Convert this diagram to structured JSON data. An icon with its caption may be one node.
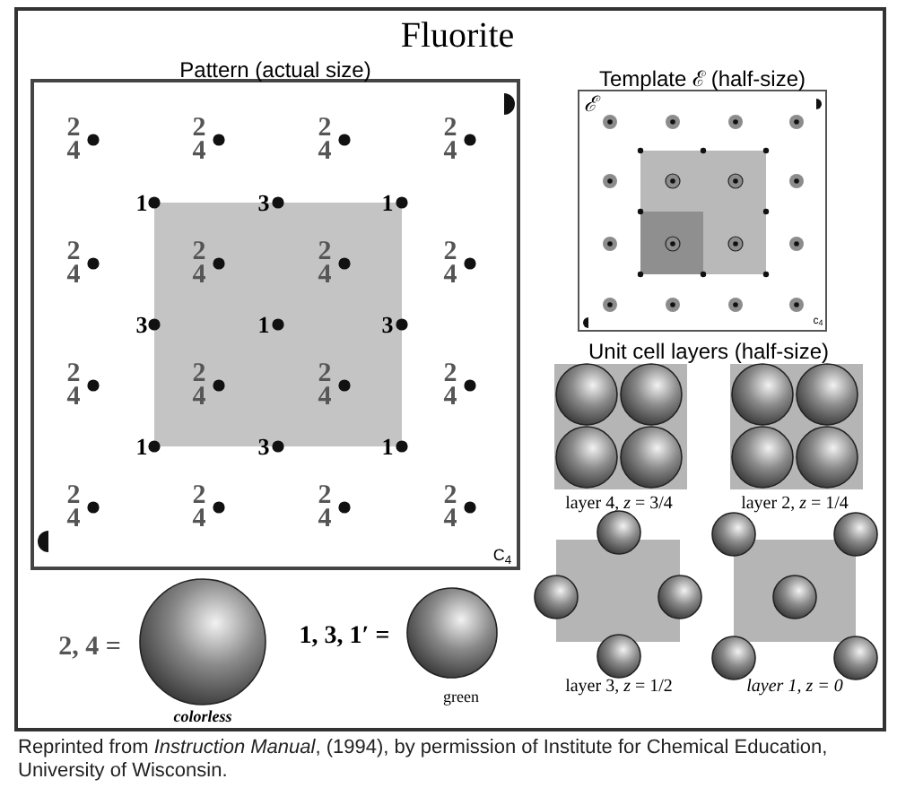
{
  "diagram": {
    "title": "Fluorite",
    "caption": "Reprinted from *Instruction Manual*, (1994), by permission of Institute for Chemical Education, University of Wisconsin.",
    "nodes": [
      {
        "text": [
          "Pattern (actual size)"
        ]
      },
      {
        "text": [
          "Template ℰ (half-size)"
        ]
      }
    ],
    "labels": [
      "2 4",
      "2 4",
      "2 4",
      "2 4",
      "1",
      "3",
      "1",
      "2 4",
      "2 4",
      "2 4",
      "2 4",
      "3",
      "1",
      "3",
      "2 4",
      "2 4",
      "2 4",
      "2 4",
      "1",
      "3",
      "1",
      "2 4",
      "2 4",
      "2 4",
      "2 4",
      "C$_{4}$",
      "ℰ",
      "c$_{4}$",
      "Unit cell layers (half-size)",
      "layer 4, *z* = 3/4",
      "layer 2, *z* = 1/4",
      "layer 3, *z* = 1/2",
      "layer 1, z = 0",
      "2, 4 =",
      "colorless",
      "1, 3, 1′ =",
      "green"
    ]
  }
}
